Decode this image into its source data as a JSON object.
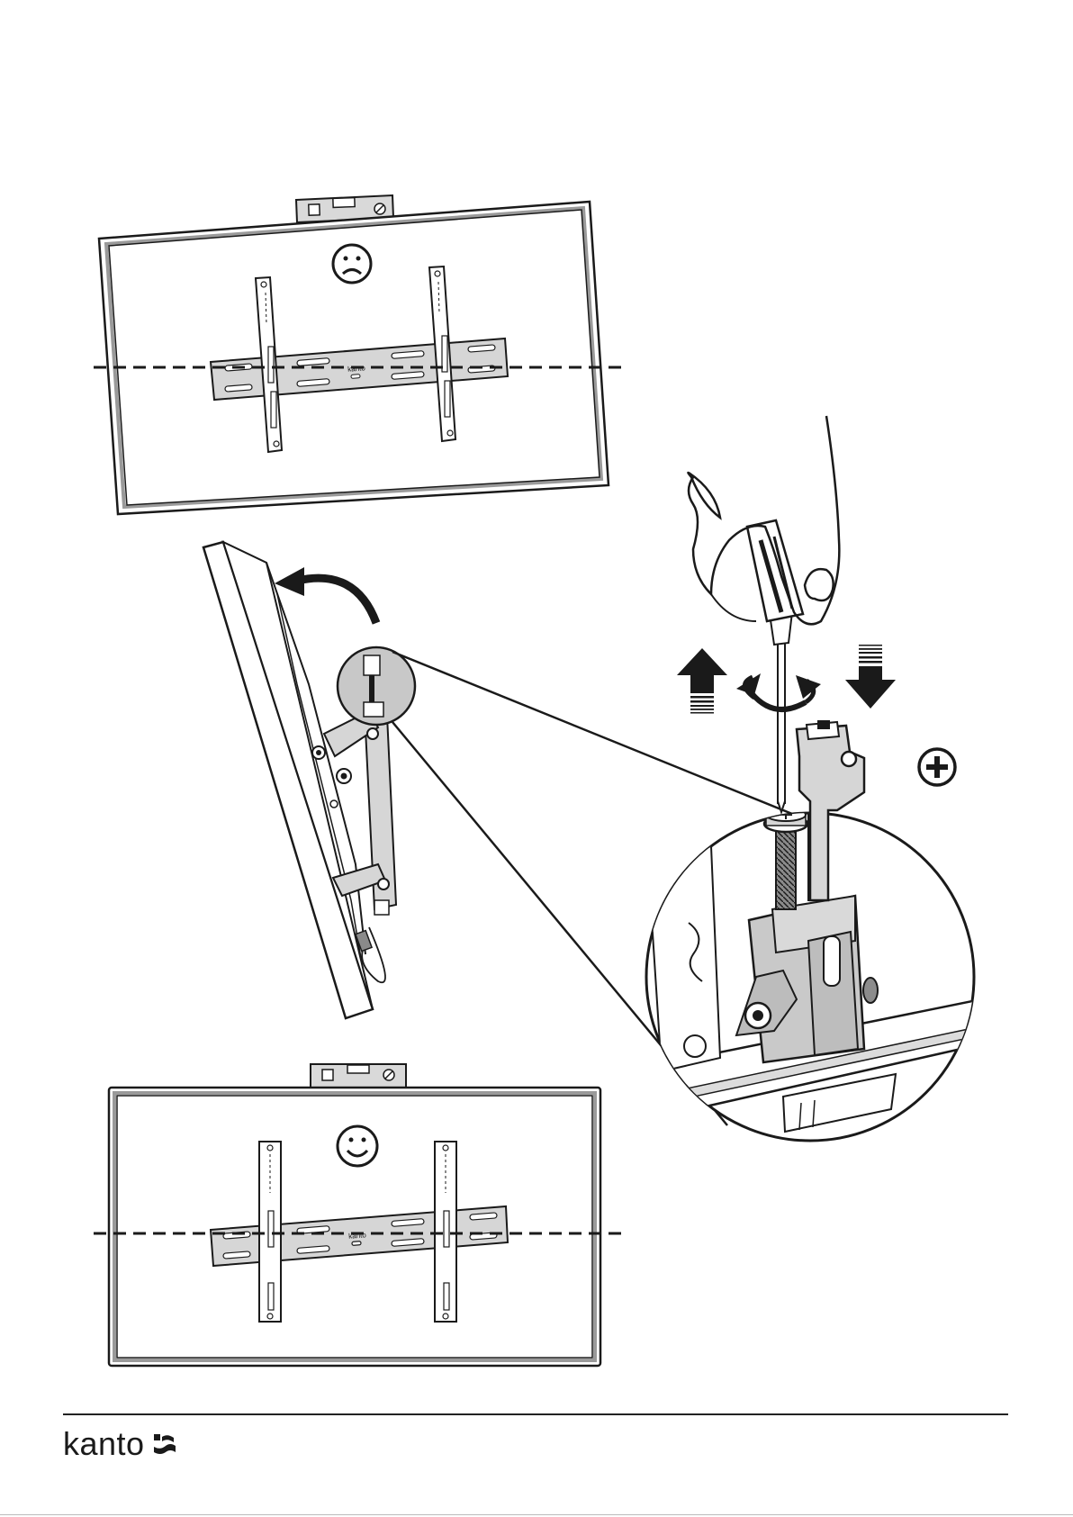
{
  "brand": {
    "logo_text": "kanto",
    "bracket_label": "kanto"
  },
  "steps": {
    "before": {
      "indicator": "frown-face-icon",
      "meaning": "not-level"
    },
    "after": {
      "indicator": "smile-face-icon",
      "meaning": "level"
    }
  },
  "tool": {
    "icon": "phillips-head-icon",
    "actions": [
      "arrow-up-icon",
      "rotate-icon",
      "arrow-down-icon"
    ]
  },
  "colors": {
    "line": "#1a1a1a",
    "metal": "#d6d6d6",
    "metal_dark": "#a9a9a9",
    "zoom_fill": "#c8c8c8",
    "frame_gray": "#cfcfcf"
  }
}
